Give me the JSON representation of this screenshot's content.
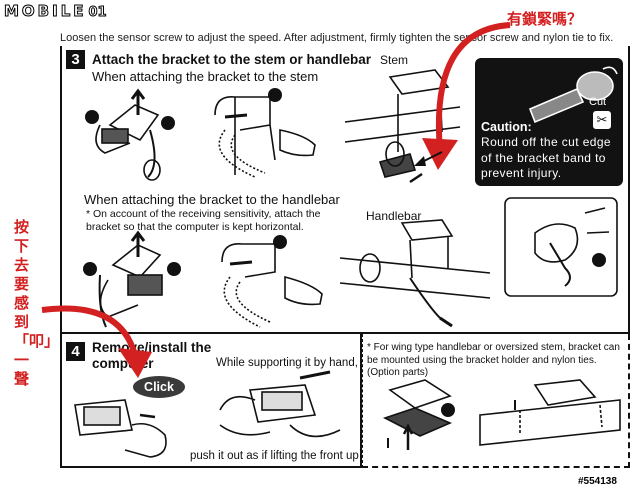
{
  "watermark": {
    "logo_text": "MOBILE",
    "logo_number": "01"
  },
  "top_cut_text": "Loosen the sensor screw to adjust the speed. After adjustment, firmly tighten the sensor screw and nylon tie to fix.",
  "step3": {
    "number": "3",
    "title": "Attach the bracket to the stem or handlebar",
    "stem_subtitle": "When attaching the bracket to the stem",
    "handlebar_subtitle": "When attaching the bracket to the handlebar",
    "note": "* On account of the receiving sensitivity, attach the bracket so that the computer is kept horizontal.",
    "label_stem": "Stem",
    "label_handlebar": "Handlebar",
    "label_cut": "Cut",
    "markers": [
      "❶",
      "❷",
      "❽",
      "❶",
      "❷",
      "❽",
      "❹"
    ]
  },
  "caution": {
    "title": "Caution:",
    "text": "Round off the cut edge of the bracket band to prevent injury."
  },
  "step4": {
    "number": "4",
    "title": "Remove/install the computer",
    "click_label": "Click",
    "support_text": "While supporting it by hand,",
    "push_text": "push it out as if lifting the front up",
    "wing_note": "* For wing type handlebar or oversized stem, bracket can be mounted using the bracket holder and nylon ties. (Option parts)",
    "marker": "❷"
  },
  "annotations": {
    "top_right": "有鎖緊嗎？",
    "left_vertical": "按下去要感到「叩」一聲"
  },
  "post_id": "#554138",
  "colors": {
    "annotation_red": "#d32020",
    "ink": "#111111",
    "caution_bg": "#121212",
    "click_bubble": "#3a3a3a"
  }
}
